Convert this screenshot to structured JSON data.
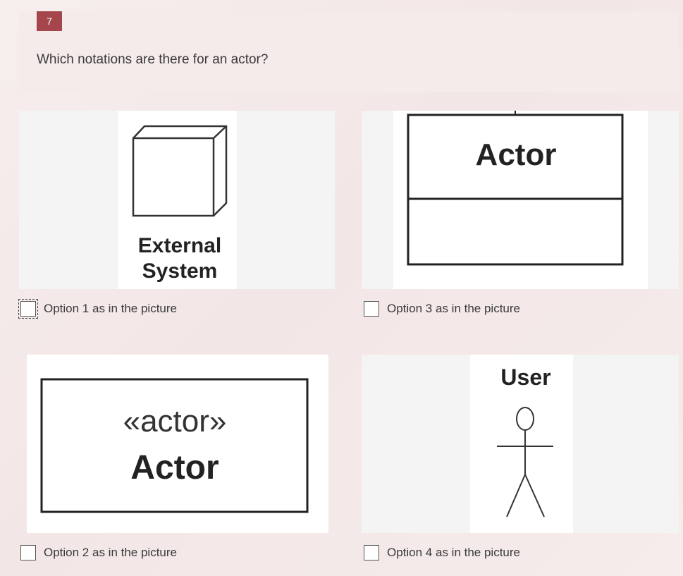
{
  "question": {
    "number": "7",
    "text": "Which notations are there for an actor?"
  },
  "options": [
    {
      "label": "Option 1 as in the picture",
      "image_text": [
        "External",
        "System"
      ],
      "checked": false
    },
    {
      "label": "Option 3 as in the picture",
      "image_text": [
        "Actor"
      ],
      "checked": false
    },
    {
      "label": "Option 2 as in the picture",
      "image_text": [
        "«actor»",
        "Actor"
      ],
      "checked": false
    },
    {
      "label": "Option 4 as in the picture",
      "image_text": [
        "User"
      ],
      "checked": false
    }
  ],
  "colors": {
    "accent": "#a5464c",
    "card_background": "#f5ebeb",
    "image_background": "#f4f4f4"
  }
}
